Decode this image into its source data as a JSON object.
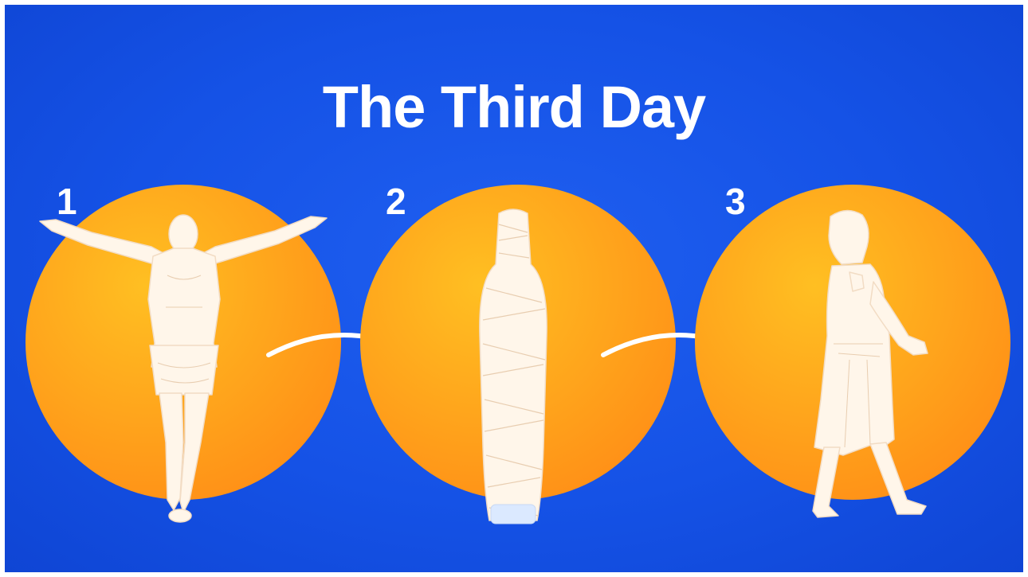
{
  "title": "The Third Day",
  "steps": [
    {
      "number": "1",
      "icon": "crucified-figure-icon"
    },
    {
      "number": "2",
      "icon": "wrapped-body-icon"
    },
    {
      "number": "3",
      "icon": "walking-man-icon"
    }
  ],
  "colors": {
    "background": "#1552e6",
    "circle": "#ffa51c",
    "figure": "#fff6ea",
    "text": "#ffffff"
  }
}
